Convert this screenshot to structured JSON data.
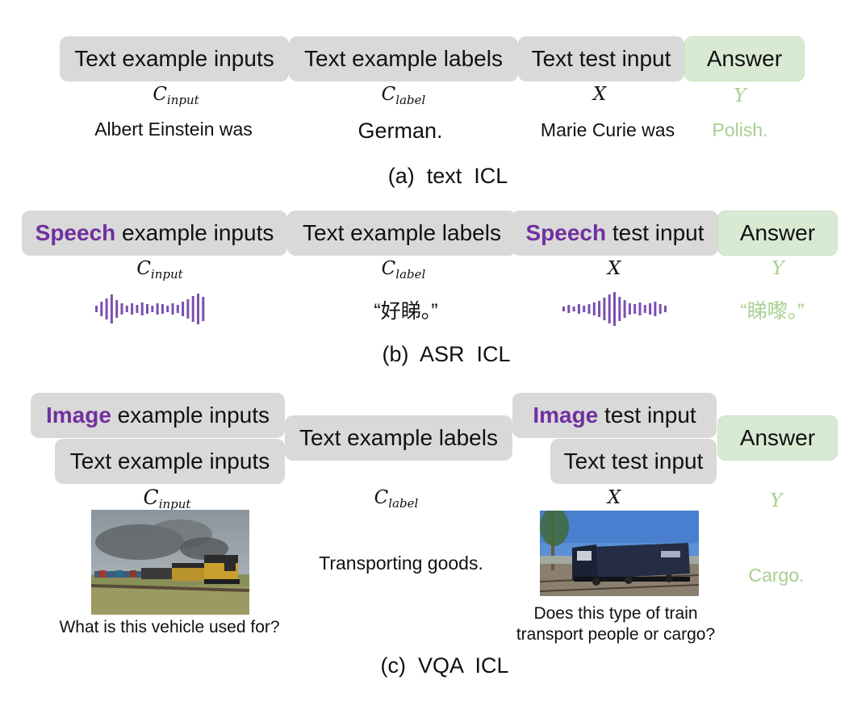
{
  "panel_a": {
    "boxes": {
      "example_inputs": "Text example inputs",
      "example_labels": "Text example labels",
      "test_input": "Text test input",
      "answer": "Answer"
    },
    "symbols": {
      "c_input": "C",
      "c_input_sub": "input",
      "c_label": "C",
      "c_label_sub": "label",
      "x": "X",
      "y": "Y"
    },
    "values": {
      "example_input": "Albert Einstein was",
      "example_label": "German.",
      "test_input": "Marie Curie was",
      "answer": "Polish."
    },
    "caption": "(a)  text  ICL"
  },
  "panel_b": {
    "boxes": {
      "example_inputs_highlight": "Speech",
      "example_inputs_rest": " example inputs",
      "example_labels": "Text example labels",
      "test_input_highlight": "Speech",
      "test_input_rest": " test input",
      "answer": "Answer"
    },
    "symbols": {
      "c_input": "C",
      "c_input_sub": "input",
      "c_label": "C",
      "c_label_sub": "label",
      "x": "X",
      "y": "Y"
    },
    "values": {
      "example_label": "“好睇。”",
      "answer": "“睇嚟。”"
    },
    "waveform_icons": [
      "waveform-icon",
      "waveform-icon"
    ],
    "caption": "(b)  ASR  ICL"
  },
  "panel_c": {
    "boxes": {
      "image_example_inputs_highlight": "Image",
      "image_example_inputs_rest": " example inputs",
      "text_example_inputs": "Text example inputs",
      "example_labels": "Text example labels",
      "image_test_input_highlight": "Image",
      "image_test_input_rest": " test input",
      "text_test_input": "Text test input",
      "answer": "Answer"
    },
    "symbols": {
      "c_input": "C",
      "c_input_sub": "input",
      "c_label": "C",
      "c_label_sub": "label",
      "x": "X",
      "y": "Y"
    },
    "values": {
      "example_question": "What is this vehicle used for?",
      "example_label": "Transporting goods.",
      "test_question_line1": "Does this type of train",
      "test_question_line2": "transport people or cargo?",
      "answer": "Cargo."
    },
    "photos": [
      "freight-train-photo",
      "locomotive-photo"
    ],
    "caption": "(c)  VQA  ICL"
  },
  "colors": {
    "box_gray": "#d9d9d9",
    "answer_green": "#d9ead3",
    "highlight_purple": "#7030a0",
    "answer_text_green": "#a9cf91"
  }
}
